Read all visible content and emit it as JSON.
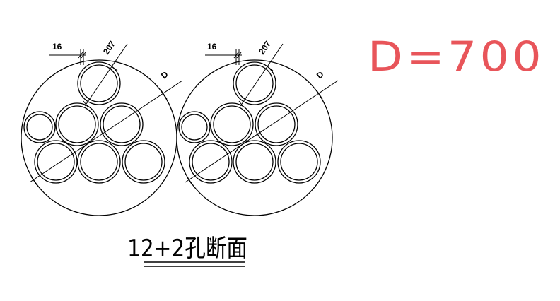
{
  "drawing": {
    "sections": [
      {
        "gap_label": "16",
        "pipe_diameter_label": "207",
        "outer_diameter_label": "D"
      },
      {
        "gap_label": "16",
        "pipe_diameter_label": "207",
        "outer_diameter_label": "D"
      }
    ],
    "title": "12+2孔断面",
    "handwritten_note": "D=700",
    "note_color": "#e8555a"
  }
}
